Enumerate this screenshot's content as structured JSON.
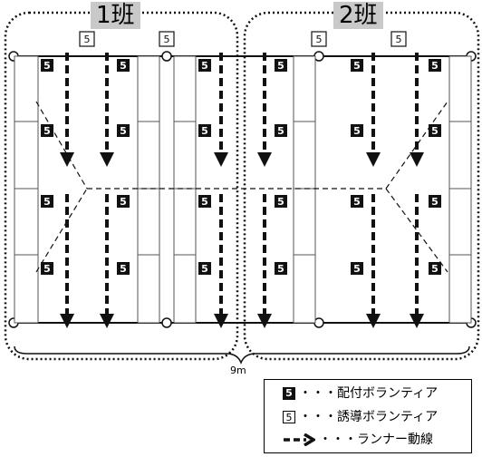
{
  "teams": [
    {
      "title": "1班"
    },
    {
      "title": "2班"
    }
  ],
  "marker_number": "5",
  "distance_label": "9m",
  "legend": {
    "distribution": {
      "marker": "5",
      "separator": "・・・",
      "label": "配付ボランティア"
    },
    "guidance": {
      "marker": "5",
      "separator": "・・・",
      "label": "誘導ボランティア"
    },
    "runner": {
      "separator": "・・・",
      "label": "ランナー動線"
    }
  },
  "colors": {
    "marker_fill": "#111111",
    "line": "#000000",
    "panel": "#ffffff"
  }
}
